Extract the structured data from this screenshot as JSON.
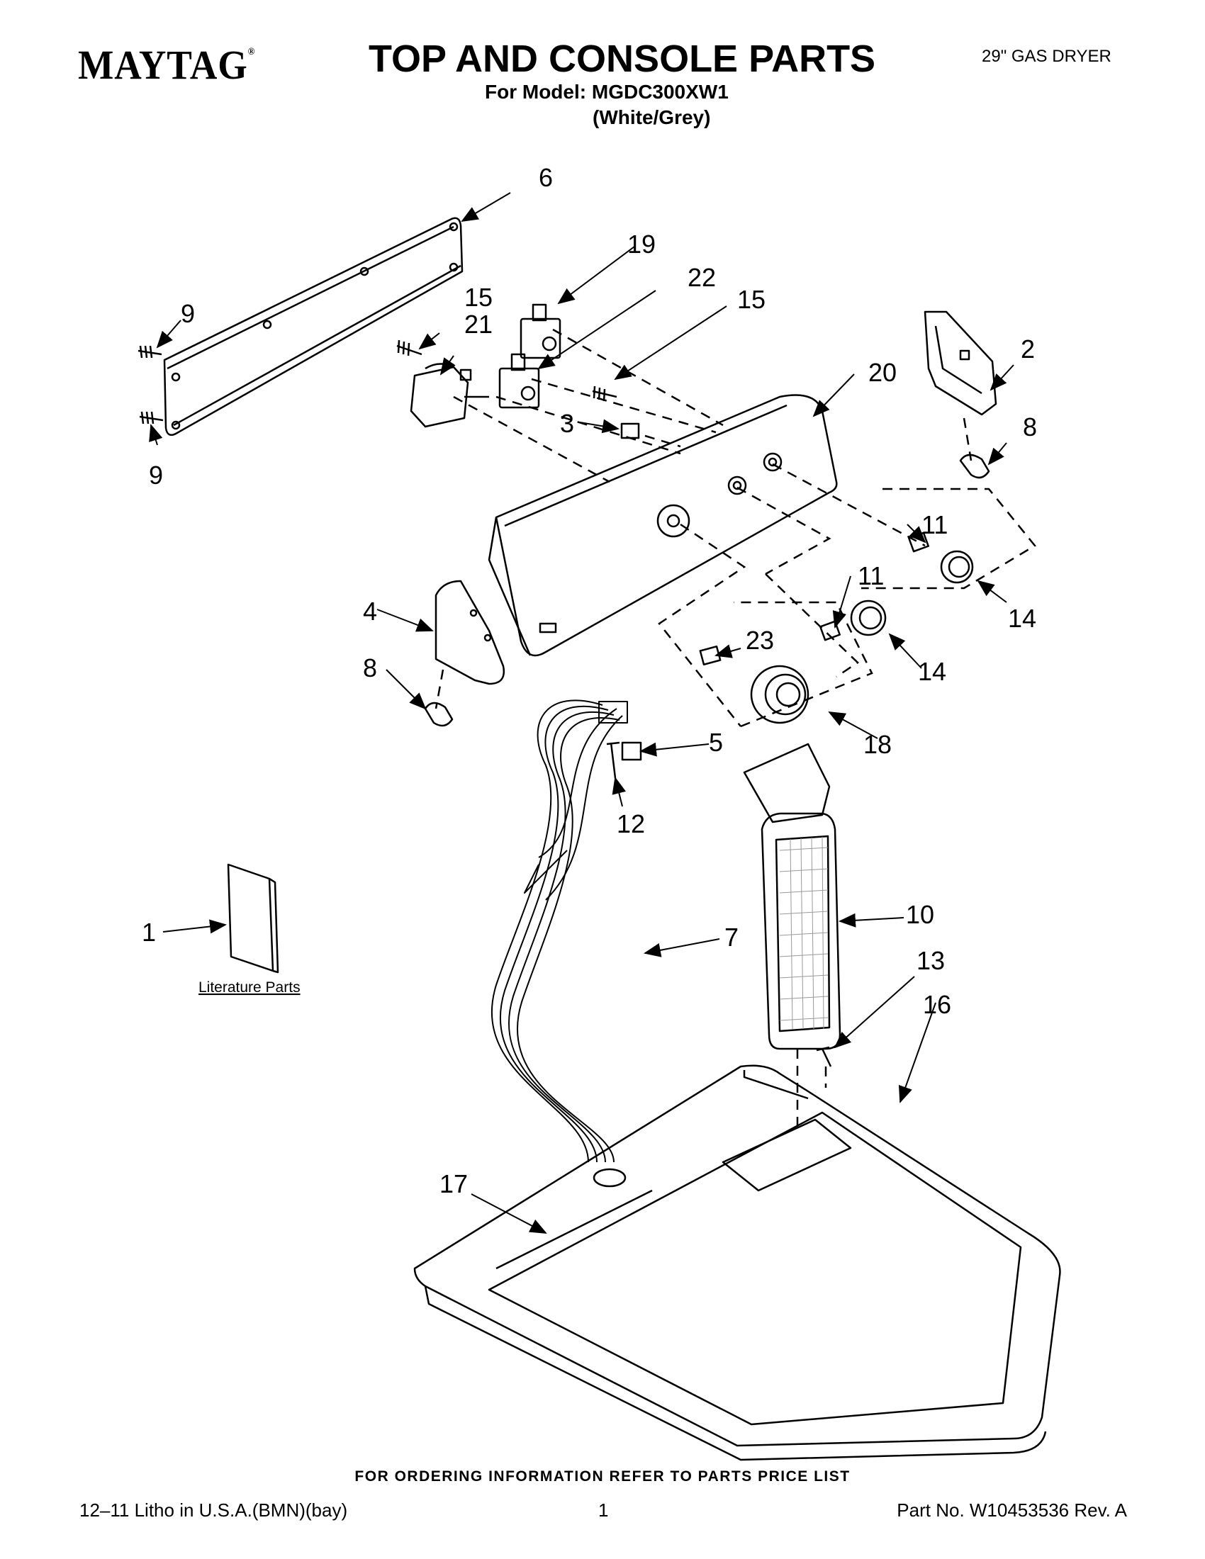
{
  "header": {
    "brand": "MAYTAG",
    "title": "TOP AND CONSOLE PARTS",
    "product_type": "29\" GAS DRYER",
    "model_line": "For Model: MGDC300XW1",
    "variant": "(White/Grey)"
  },
  "diagram": {
    "callouts": {
      "c1": "1",
      "c2": "2",
      "c3": "3",
      "c4": "4",
      "c5": "5",
      "c6": "6",
      "c7": "7",
      "c8a": "8",
      "c8b": "8",
      "c9a": "9",
      "c9b": "9",
      "c10": "10",
      "c11a": "11",
      "c11b": "11",
      "c12": "12",
      "c13": "13",
      "c14a": "14",
      "c14b": "14",
      "c15a": "15",
      "c15b": "15",
      "c16": "16",
      "c17": "17",
      "c18": "18",
      "c19": "19",
      "c20": "20",
      "c21": "21",
      "c22": "22",
      "c23": "23"
    },
    "literature_label": "Literature Parts"
  },
  "footer": {
    "ordering_note": "FOR ORDERING INFORMATION REFER TO PARTS PRICE LIST",
    "print_info": "12–11 Litho in U.S.A.(BMN)(bay)",
    "page_number": "1",
    "part_number": "Part No. W10453536 Rev. A"
  }
}
